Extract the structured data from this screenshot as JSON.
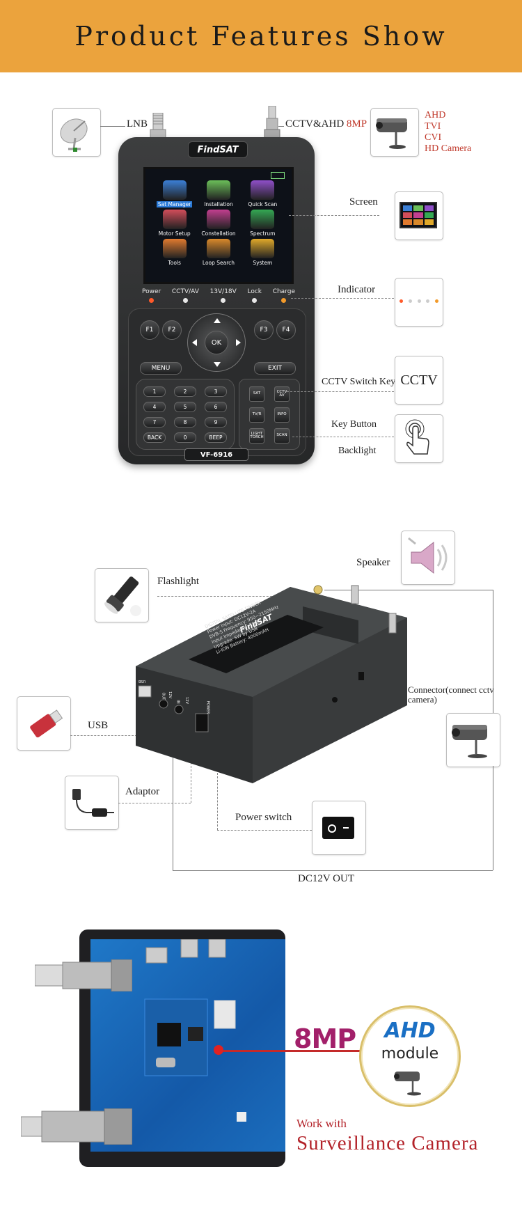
{
  "banner": {
    "title": "Product Features Show",
    "color": "#eba33d"
  },
  "front": {
    "brand": "FindSAT",
    "model": "VF-6916",
    "menu_items": [
      {
        "label": "Sat Manager",
        "selected": true,
        "color": "#3b7fd6"
      },
      {
        "label": "Installation",
        "selected": false,
        "color": "#6bbf59"
      },
      {
        "label": "Quick Scan",
        "selected": false,
        "color": "#8f4fc9"
      },
      {
        "label": "Motor Setup",
        "selected": false,
        "color": "#d24d5a"
      },
      {
        "label": "Constellation",
        "selected": false,
        "color": "#c23f8f"
      },
      {
        "label": "Spectrum",
        "selected": false,
        "color": "#34a853"
      },
      {
        "label": "Tools",
        "selected": false,
        "color": "#e07a2f"
      },
      {
        "label": "Loop Search",
        "selected": false,
        "color": "#d9892b"
      },
      {
        "label": "System",
        "selected": false,
        "color": "#e0a92a"
      }
    ],
    "indicators": [
      {
        "label": "Power",
        "color": "#ff5a2a"
      },
      {
        "label": "CCTV/AV",
        "color": "#e8e8e8"
      },
      {
        "label": "13V/18V",
        "color": "#e8e8e8"
      },
      {
        "label": "Lock",
        "color": "#e8e8e8"
      },
      {
        "label": "Charge",
        "color": "#f29a2a"
      }
    ],
    "keys": {
      "f1": "F1",
      "f2": "F2",
      "f3": "F3",
      "f4": "F4",
      "ok": "OK",
      "menu": "MENU",
      "exit": "EXIT",
      "numbers": [
        "1",
        "2",
        "3",
        "4",
        "5",
        "6",
        "7",
        "8",
        "9"
      ],
      "back": "BACK",
      "zero": "0",
      "beep": "BEEP",
      "sat": "SAT",
      "cctv_av": "CCTV AV",
      "tvr": "TV/R",
      "info": "INFO",
      "light": "LIGHT TORCH",
      "scan": "SCAN"
    }
  },
  "labels": {
    "lnb": "LNB",
    "cctv_ahd": "CCTV&AHD ",
    "mp8": "8MP",
    "camera_types": [
      "AHD",
      "TVI",
      "CVI",
      "HD Camera"
    ],
    "screen": "Screen",
    "indicator": "Indicator",
    "cctv_switch_key": "CCTV Switch Key",
    "cctv_box": "CCTV",
    "key_button": "Key Button",
    "backlight": "Backlight"
  },
  "side": {
    "speaker": "Speaker",
    "flashlight": "Flashlight",
    "usb": "USB",
    "adaptor": "Adaptor",
    "connector": "Connector(connect cctv camera)",
    "power_switch": "Power switch",
    "dc_out": "DC12V OUT",
    "sticker": {
      "brand": "FindSAT",
      "lines": [
        "DIGITAL SATELLITE FINDER",
        "Power Input: DC12V-2A",
        "DVB-S Frequency: 950~2150MHz",
        "Input Impedance: 75Ω",
        "Upgrade: SW by USB",
        "Li-ION Battery: 4000mAH"
      ]
    },
    "port_labels": {
      "usb": "USB",
      "out": "OUT",
      "in": "IN",
      "v12a": "12V",
      "v12b": "12V",
      "power": "POWER"
    }
  },
  "module": {
    "mp": "8MP",
    "ahd": "AHD",
    "module": "module",
    "work_with": "Work with",
    "surveillance": "Surveillance  Camera"
  }
}
